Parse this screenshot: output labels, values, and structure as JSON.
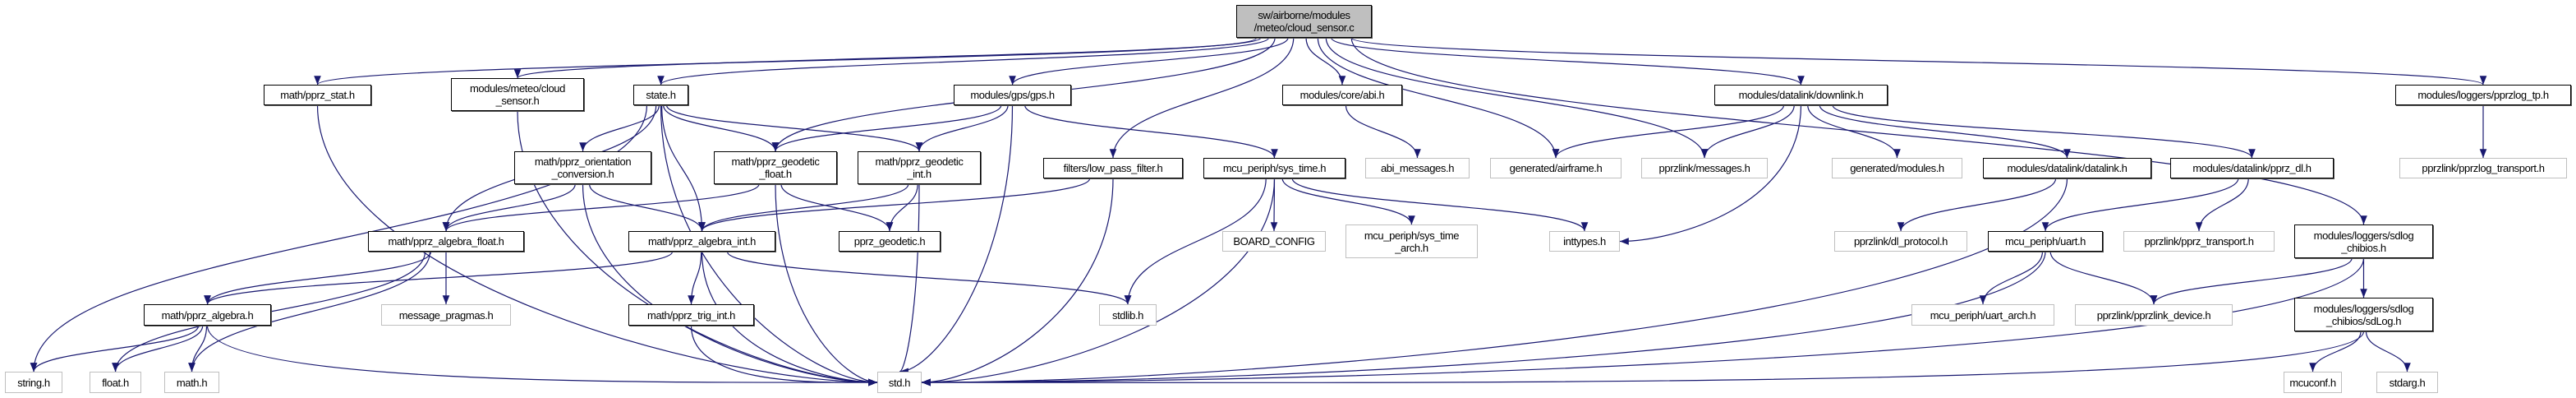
{
  "colors": {
    "edge": "#191970",
    "root_fill": "#bfbfbf",
    "doc_border": "#000000",
    "leaf_border": "#bfbfbf"
  },
  "nodes": {
    "root": {
      "label": "sw/airborne/modules\n/meteo/cloud_sensor.c",
      "kind": "root"
    },
    "pprz_stat": {
      "label": "math/pprz_stat.h",
      "kind": "doc"
    },
    "cloud_h": {
      "label": "modules/meteo/cloud\n_sensor.h",
      "kind": "doc"
    },
    "state": {
      "label": "state.h",
      "kind": "doc"
    },
    "orient": {
      "label": "math/pprz_orientation\n_conversion.h",
      "kind": "doc"
    },
    "geo_float": {
      "label": "math/pprz_geodetic\n_float.h",
      "kind": "doc"
    },
    "geo_int": {
      "label": "math/pprz_geodetic\n_int.h",
      "kind": "doc"
    },
    "gps": {
      "label": "modules/gps/gps.h",
      "kind": "doc"
    },
    "lpf": {
      "label": "filters/low_pass_filter.h",
      "kind": "doc"
    },
    "sys_time": {
      "label": "mcu_periph/sys_time.h",
      "kind": "doc"
    },
    "abi": {
      "label": "modules/core/abi.h",
      "kind": "doc"
    },
    "abi_msg": {
      "label": "abi_messages.h",
      "kind": "leaf"
    },
    "airframe": {
      "label": "generated/airframe.h",
      "kind": "leaf"
    },
    "messages": {
      "label": "pprzlink/messages.h",
      "kind": "leaf"
    },
    "downlink": {
      "label": "modules/datalink/downlink.h",
      "kind": "doc"
    },
    "gen_modules": {
      "label": "generated/modules.h",
      "kind": "leaf"
    },
    "datalink": {
      "label": "modules/datalink/datalink.h",
      "kind": "doc"
    },
    "pprz_dl": {
      "label": "modules/datalink/pprz_dl.h",
      "kind": "doc"
    },
    "pprzlog_tp": {
      "label": "modules/loggers/pprzlog_tp.h",
      "kind": "doc"
    },
    "pprzlog_transport": {
      "label": "pprzlink/pprzlog_transport.h",
      "kind": "leaf"
    },
    "alg_float": {
      "label": "math/pprz_algebra_float.h",
      "kind": "doc"
    },
    "alg_int": {
      "label": "math/pprz_algebra_int.h",
      "kind": "doc"
    },
    "pprz_geodetic": {
      "label": "pprz_geodetic.h",
      "kind": "doc"
    },
    "board_config": {
      "label": "BOARD_CONFIG",
      "kind": "leaf"
    },
    "sys_time_arch": {
      "label": "mcu_periph/sys_time\n_arch.h",
      "kind": "leaf"
    },
    "inttypes": {
      "label": "inttypes.h",
      "kind": "leaf"
    },
    "dl_protocol": {
      "label": "pprzlink/dl_protocol.h",
      "kind": "leaf"
    },
    "uart": {
      "label": "mcu_periph/uart.h",
      "kind": "doc"
    },
    "pprz_transport": {
      "label": "pprzlink/pprz_transport.h",
      "kind": "leaf"
    },
    "sdlog_chibios": {
      "label": "modules/loggers/sdlog\n_chibios.h",
      "kind": "doc"
    },
    "algebra": {
      "label": "math/pprz_algebra.h",
      "kind": "doc"
    },
    "msg_pragmas": {
      "label": "message_pragmas.h",
      "kind": "leaf"
    },
    "trig_int": {
      "label": "math/pprz_trig_int.h",
      "kind": "doc"
    },
    "stdlib": {
      "label": "stdlib.h",
      "kind": "leaf"
    },
    "uart_arch": {
      "label": "mcu_periph/uart_arch.h",
      "kind": "leaf"
    },
    "pprzlink_device": {
      "label": "pprzlink/pprzlink_device.h",
      "kind": "leaf"
    },
    "sdlog": {
      "label": "modules/loggers/sdlog\n_chibios/sdLog.h",
      "kind": "doc"
    },
    "string": {
      "label": "string.h",
      "kind": "leaf"
    },
    "float": {
      "label": "float.h",
      "kind": "leaf"
    },
    "math": {
      "label": "math.h",
      "kind": "leaf"
    },
    "std": {
      "label": "std.h",
      "kind": "leaf"
    },
    "mcuconf": {
      "label": "mcuconf.h",
      "kind": "leaf"
    },
    "stdarg": {
      "label": "stdarg.h",
      "kind": "leaf"
    }
  },
  "edges": [
    [
      "root",
      "pprz_stat"
    ],
    [
      "root",
      "cloud_h"
    ],
    [
      "root",
      "state"
    ],
    [
      "root",
      "geo_float"
    ],
    [
      "root",
      "gps"
    ],
    [
      "root",
      "lpf"
    ],
    [
      "root",
      "abi"
    ],
    [
      "root",
      "airframe"
    ],
    [
      "root",
      "messages"
    ],
    [
      "root",
      "downlink"
    ],
    [
      "root",
      "sdlog_chibios"
    ],
    [
      "root",
      "pprzlog_tp"
    ],
    [
      "pprz_stat",
      "std"
    ],
    [
      "cloud_h",
      "std"
    ],
    [
      "state",
      "string"
    ],
    [
      "state",
      "alg_float"
    ],
    [
      "state",
      "std"
    ],
    [
      "state",
      "orient"
    ],
    [
      "state",
      "alg_int"
    ],
    [
      "state",
      "geo_float"
    ],
    [
      "state",
      "geo_int"
    ],
    [
      "orient",
      "alg_float"
    ],
    [
      "orient",
      "alg_int"
    ],
    [
      "orient",
      "std"
    ],
    [
      "geo_float",
      "alg_float"
    ],
    [
      "geo_float",
      "pprz_geodetic"
    ],
    [
      "geo_float",
      "std"
    ],
    [
      "geo_int",
      "alg_int"
    ],
    [
      "geo_int",
      "pprz_geodetic"
    ],
    [
      "geo_int",
      "std"
    ],
    [
      "gps",
      "geo_float"
    ],
    [
      "gps",
      "geo_int"
    ],
    [
      "gps",
      "std"
    ],
    [
      "gps",
      "sys_time"
    ],
    [
      "lpf",
      "alg_int"
    ],
    [
      "lpf",
      "std"
    ],
    [
      "sys_time",
      "stdlib"
    ],
    [
      "sys_time",
      "std"
    ],
    [
      "sys_time",
      "board_config"
    ],
    [
      "sys_time",
      "sys_time_arch"
    ],
    [
      "sys_time",
      "inttypes"
    ],
    [
      "abi",
      "abi_msg"
    ],
    [
      "downlink",
      "airframe"
    ],
    [
      "downlink",
      "messages"
    ],
    [
      "downlink",
      "inttypes"
    ],
    [
      "downlink",
      "gen_modules"
    ],
    [
      "downlink",
      "datalink"
    ],
    [
      "downlink",
      "pprz_dl"
    ],
    [
      "datalink",
      "std"
    ],
    [
      "datalink",
      "dl_protocol"
    ],
    [
      "pprz_dl",
      "uart"
    ],
    [
      "pprz_dl",
      "pprz_transport"
    ],
    [
      "uart",
      "std"
    ],
    [
      "uart",
      "uart_arch"
    ],
    [
      "uart",
      "pprzlink_device"
    ],
    [
      "sdlog_chibios",
      "pprzlink_device"
    ],
    [
      "sdlog_chibios",
      "std"
    ],
    [
      "sdlog_chibios",
      "sdlog"
    ],
    [
      "sdlog",
      "std"
    ],
    [
      "sdlog",
      "mcuconf"
    ],
    [
      "sdlog",
      "stdarg"
    ],
    [
      "pprzlog_tp",
      "pprzlog_transport"
    ],
    [
      "alg_float",
      "float"
    ],
    [
      "alg_float",
      "math"
    ],
    [
      "alg_float",
      "algebra"
    ],
    [
      "alg_float",
      "msg_pragmas"
    ],
    [
      "alg_int",
      "algebra"
    ],
    [
      "alg_int",
      "trig_int"
    ],
    [
      "alg_int",
      "std"
    ],
    [
      "alg_int",
      "stdlib"
    ],
    [
      "algebra",
      "string"
    ],
    [
      "algebra",
      "float"
    ],
    [
      "algebra",
      "math"
    ],
    [
      "algebra",
      "std"
    ],
    [
      "trig_int",
      "std"
    ]
  ]
}
